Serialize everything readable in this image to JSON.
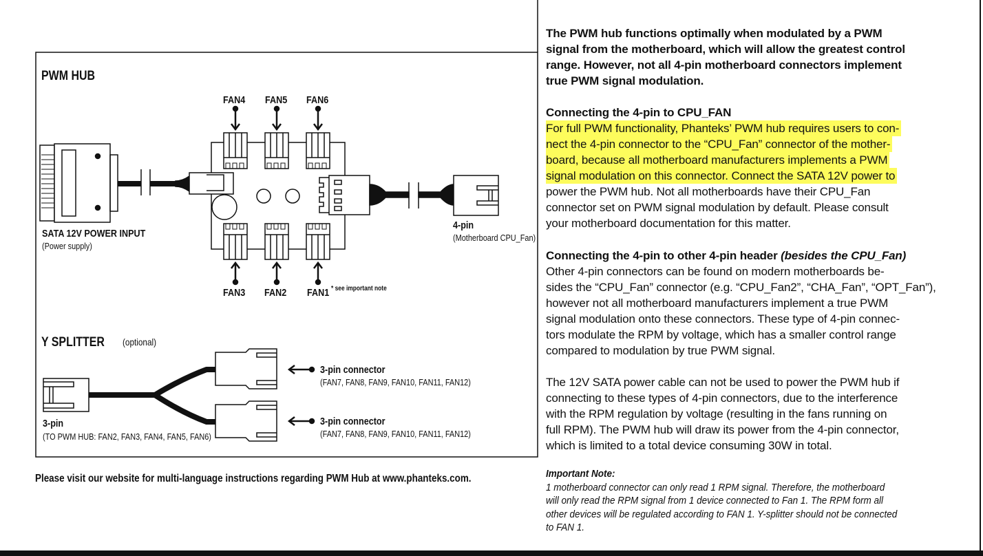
{
  "diagram": {
    "pwm_hub_title": "PWM HUB",
    "fans_top": [
      "FAN4",
      "FAN5",
      "FAN6"
    ],
    "fans_bottom": [
      "FAN3",
      "FAN2",
      "FAN1"
    ],
    "fan1_note": "* see important note",
    "sata_label": "SATA 12V POWER INPUT",
    "sata_sub": "(Power supply)",
    "fourpin_label": "4-pin",
    "fourpin_sub": "(Motherboard CPU_Fan)",
    "splitter_title": "Y SPLITTER",
    "splitter_optional": "(optional)",
    "threepin_label": "3-pin",
    "threepin_sub": "(TO PWM HUB: FAN2, FAN3, FAN4, FAN5, FAN6)",
    "connector_label": "3-pin connector",
    "connector_sub": "(FAN7, FAN8, FAN9, FAN10, FAN11, FAN12)"
  },
  "footer_note": "Please visit our website for multi-language instructions regarding PWM Hub at www.phanteks.com.",
  "intro": [
    "The PWM hub functions optimally when modulated by a PWM",
    "signal from the motherboard, which will allow the greatest control",
    "range. However, not all 4-pin motherboard connectors implement",
    "true PWM signal modulation."
  ],
  "section1": {
    "heading": "Connecting the 4-pin to CPU_FAN",
    "highlighted": [
      "For full PWM functionality, Phanteks’ PWM hub requires users to con-",
      "nect the 4-pin connector to the “CPU_Fan” connector of the mother-",
      "board, because all motherboard manufacturers implements a PWM",
      "signal modulation on this connector. Connect the SATA 12V power to"
    ],
    "lines": [
      "power the PWM hub. Not all motherboards have their CPU_Fan",
      "connector set on PWM signal modulation by default. Please consult",
      "your motherboard documentation for this matter."
    ]
  },
  "section2": {
    "heading": "Connecting the 4-pin to other 4-pin header ",
    "heading_italic": "(besides the CPU_Fan)",
    "lines": [
      "Other 4-pin connectors can be found on modern motherboards be-",
      "sides the “CPU_Fan” connector (e.g. “CPU_Fan2”, “CHA_Fan”, “OPT_Fan”),",
      "however not all motherboard manufacturers implement a true PWM",
      "signal modulation onto these connectors. These type of 4-pin connec-",
      "tors modulate the RPM by voltage, which has a smaller control range",
      "compared to modulation by true PWM signal."
    ]
  },
  "section3": {
    "lines": [
      "The 12V SATA power cable can not be used to power the PWM hub if",
      "connecting to these types of 4-pin connectors, due to the interference",
      "with the RPM regulation by voltage (resulting in the fans running on",
      "full RPM). The PWM hub will draw its power from the 4-pin connector,",
      "which is limited to a total device consuming 30W in total."
    ]
  },
  "important_note": {
    "heading": "Important Note:",
    "lines": [
      "1 motherboard connector can only read 1 RPM signal. Therefore, the motherboard",
      "will only read the RPM signal from 1 device connected to Fan 1. The RPM form all",
      "other devices will be regulated according to FAN 1. Y-splitter should not be connected",
      "to FAN 1."
    ]
  },
  "colors": {
    "highlight": "#fdfc5c",
    "ink": "#111111"
  }
}
